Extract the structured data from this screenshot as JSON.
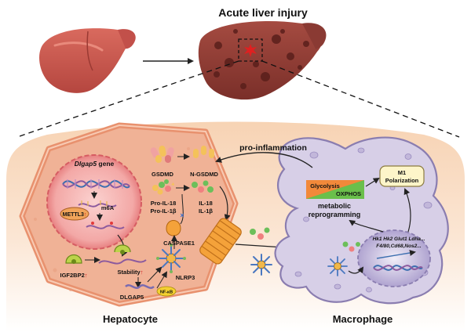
{
  "title": "Acute liver injury",
  "labels": {
    "hepatocyte": "Hepatocyte",
    "macrophage": "Macrophage",
    "pro_inflammation": "pro-inflammation",
    "gene": "Dlgap5",
    "gene_suffix": " gene",
    "mettl3": "METTL3",
    "mettl3_arrow": "↑",
    "m6a": "m6A",
    "stability": "Stability",
    "stability_arrow": "↑",
    "igf2bp2": "IGF2BP2",
    "igf2bp2_arrow": "↑",
    "dlgap5": "DLGAP5",
    "nfkb": "NF-κB",
    "nlrp3": "NLRP3",
    "caspase1": "CASPASE1",
    "gsdmd": "GSDMD",
    "n_gsdmd": "N-GSDMD",
    "pro_il18": "Pro-IL-18",
    "pro_il1b": "Pro-IL-1β",
    "il18": "IL-18",
    "il1b": "IL-1β",
    "glycolysis": "Glycolysis",
    "oxphos": "OXPHOS",
    "metabolic_1": "metabolic",
    "metabolic_2": "reprogramming",
    "m1_1": "M1",
    "m1_2": "Polarization",
    "genes_1": "Hk1 Hk2 Glut1 Ldha...",
    "genes_2": "F4/80,Cd68,Nos2..."
  },
  "colors": {
    "liver_healthy": "#c9534a",
    "liver_injured": "#8e3a32",
    "hepatocyte_fill": "#f2b89c",
    "hepatocyte_border": "#e88f6a",
    "nucleus": "#e0686c",
    "macrophage_fill": "#d5cce6",
    "macrophage_border": "#8a7db0",
    "background_gradient_top": "#fbe3cc",
    "background_gradient_bottom": "#ffffff",
    "glycolysis": "#e36f2a",
    "oxphos": "#4caf50",
    "m1_box": "#fdf5c9"
  }
}
